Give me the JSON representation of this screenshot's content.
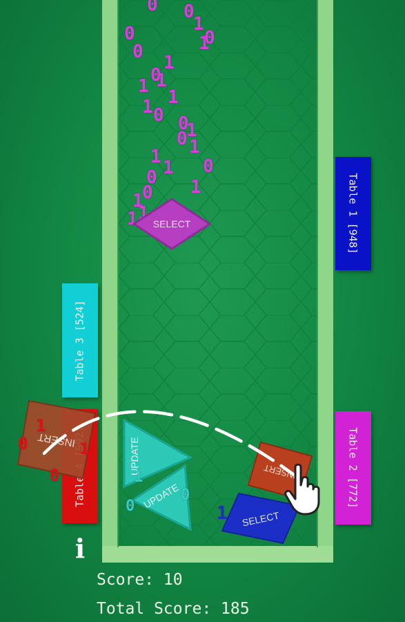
{
  "tables": [
    {
      "label": "Table 1 [948]",
      "color": "#0a12c8"
    },
    {
      "label": "Table 2 [772]",
      "color": "#d222d6"
    },
    {
      "label": "Table 3 [524]",
      "color": "#12cfd6"
    },
    {
      "label": "Table 4 [592]",
      "color": "#d90f0f"
    }
  ],
  "pieces": {
    "select_falling": "SELECT",
    "select_bottom": "SELECT",
    "update_1": "UPDATE",
    "update_2": "UPDATE",
    "insert_held": "INSERT",
    "insert_left": "INSERT"
  },
  "bits": {
    "falling": [
      "0",
      "0",
      "1",
      "1",
      "0",
      "0",
      "1",
      "0",
      "1",
      "1",
      "1",
      "0",
      "0",
      "0",
      "1",
      "1",
      "0",
      "0",
      "1",
      "1",
      "0",
      "1",
      "1",
      "0",
      "1",
      "1",
      "1"
    ],
    "near_update": [
      "1",
      "0",
      "0"
    ],
    "near_select": [
      "1"
    ],
    "near_insert_left": [
      "1",
      "0",
      "1",
      "0",
      "1"
    ]
  },
  "score": {
    "current": "Score: 10",
    "total": "Total Score: 185"
  },
  "icons": {
    "info": "i",
    "hand": "pointer-hand-icon"
  },
  "colors": {
    "wall": "#8fd68a",
    "select": "#b53fc0",
    "update": "#2fd0c0",
    "insert": "#b8401f",
    "bit_falling": "#d63fd9"
  }
}
